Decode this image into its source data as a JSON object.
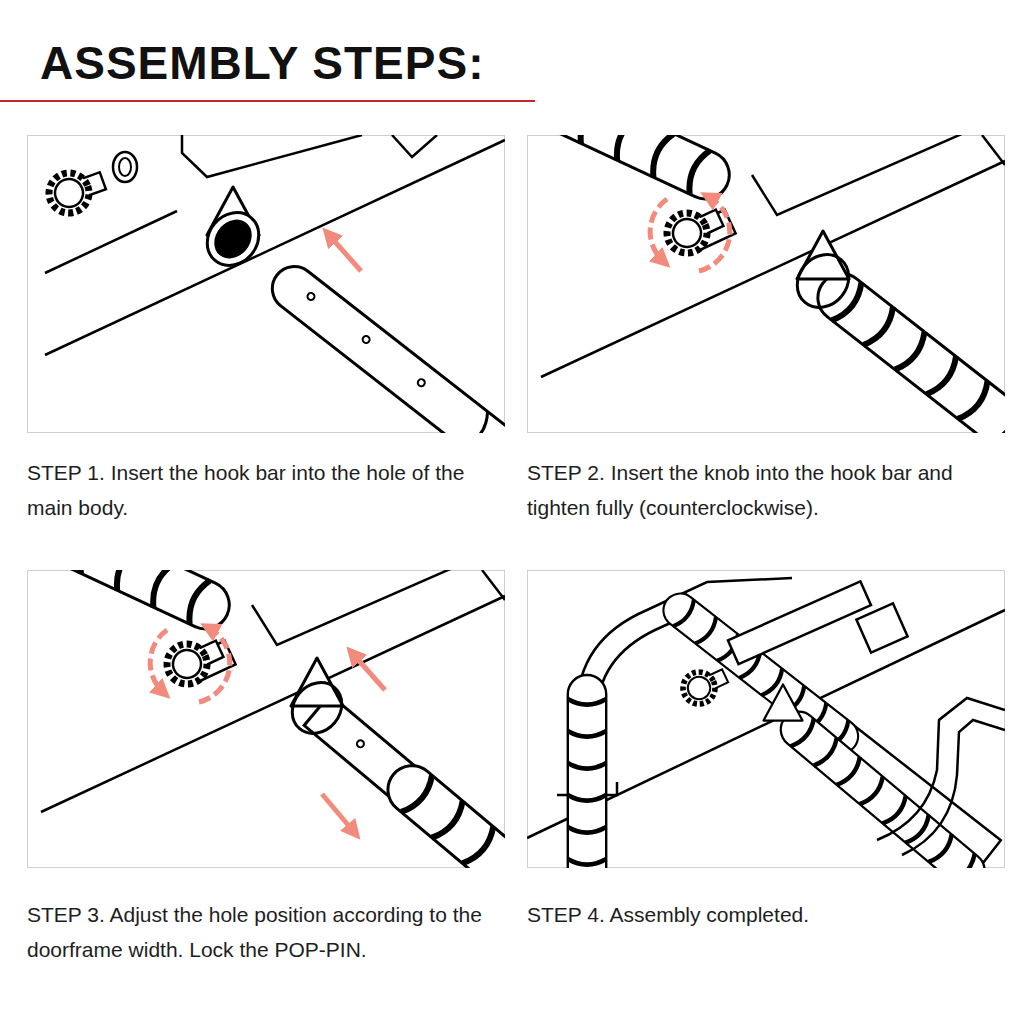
{
  "diagram": {
    "title": "ASSEMBLY STEPS:",
    "labels": [
      "STEP 1. Insert the hook bar into the hole of the main body.",
      "STEP 2. Insert the knob into the hook bar and tighten fully (counterclockwise).",
      "STEP 3. Adjust the hole position according to the doorframe width. Lock the POP-PIN.",
      "STEP 4. Assembly completed."
    ]
  }
}
